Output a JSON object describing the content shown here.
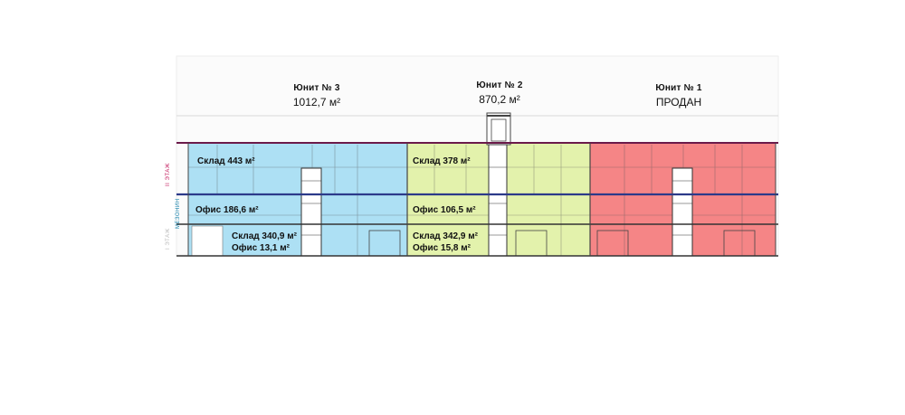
{
  "units": [
    {
      "title": "Юнит № 3",
      "area": "1012,7 м²",
      "color": "#a9def3"
    },
    {
      "title": "Юнит № 2",
      "area": "870,2 м²",
      "color": "#e2f1a8"
    },
    {
      "title": "Юнит № 1",
      "area": "ПРОДАН",
      "color": "#f47e80"
    }
  ],
  "labels": {
    "u3_sklad2": "Склад 443 м²",
    "u3_ofis_mez": "Офис 186,6 м²",
    "u3_sklad1": "Склад 340,9 м²",
    "u3_ofis1": "Офис 13,1 м²",
    "u2_sklad2": "Склад 378 м²",
    "u2_ofis_mez": "Офис 106,5 м²",
    "u2_sklad1": "Склад 342,9 м²",
    "u2_ofis1": "Офис 15,8 м²"
  },
  "floors": {
    "second": "II ЭТАЖ",
    "mezzanine": "МЕЗОНИН",
    "first": "I ЭТАЖ"
  },
  "colors": {
    "unit3": "#a9def3",
    "unit2": "#e2f1a8",
    "unit1": "#f47e80",
    "floor_line": "#6b1a4a",
    "mezz_line": "#2c3a8a"
  }
}
